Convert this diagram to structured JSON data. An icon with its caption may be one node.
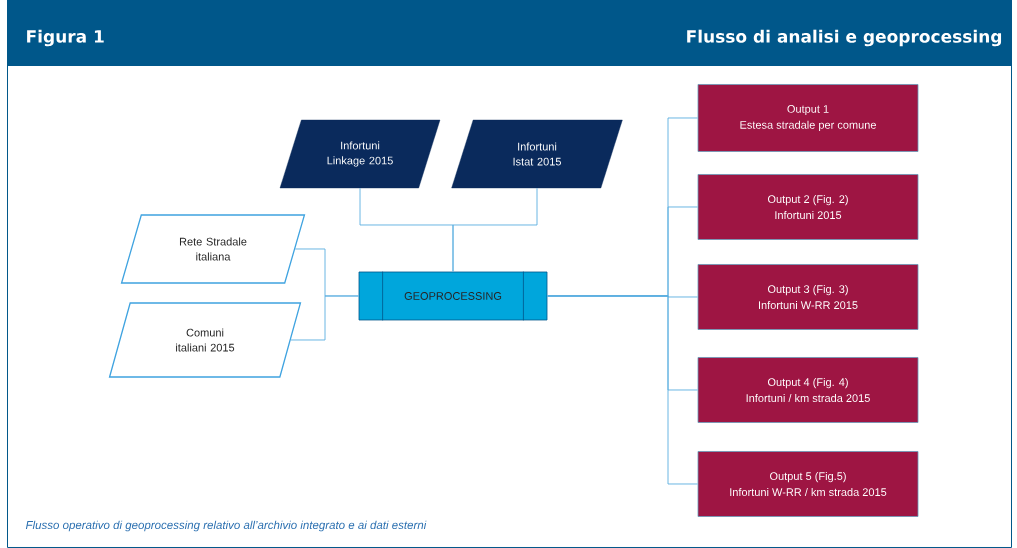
{
  "diagram": {
    "title": "Flusso di analisi e geoprocessing",
    "caption": "Flusso operativo di geoprocessing relativo all’archivio integrato e ai dati esterni",
    "nodes": [
      {
        "text": [
          "Infortuni Linkage 2015"
        ]
      },
      {
        "text": [
          "Infortuni Istat 2015"
        ]
      },
      {
        "text": [
          "Rete Stradale italiana"
        ]
      },
      {
        "text": [
          "Comuni italiani 2015"
        ]
      },
      {
        "text": [
          "GEOPROCESSING"
        ]
      },
      {
        "text": [
          "Output 1",
          "Estesa stradale per comune"
        ]
      },
      {
        "text": [
          "Output 2 (Fig. 2)",
          "Infortuni 2015"
        ]
      },
      {
        "text": [
          "Output 3 (Fig. 3)",
          "Infortuni W-RR 2015"
        ]
      },
      {
        "text": [
          "Output 4 (Fig. 4)",
          "Infortuni / km strada 2015"
        ]
      },
      {
        "text": [
          "Output 5 (Fig.5)",
          "Infortuni W-RR / km strada 2015"
        ]
      }
    ],
    "edges": [
      {
        "from": 0,
        "to": 4,
        "arrow": "none"
      },
      {
        "from": 1,
        "to": 4,
        "arrow": "none"
      },
      {
        "from": 2,
        "to": 4,
        "arrow": "none"
      },
      {
        "from": 3,
        "to": 4,
        "arrow": "none"
      },
      {
        "from": 4,
        "to": 5,
        "arrow": "none"
      },
      {
        "from": 4,
        "to": 6,
        "arrow": "none"
      },
      {
        "from": 4,
        "to": 7,
        "arrow": "none"
      },
      {
        "from": 4,
        "to": 8,
        "arrow": "none"
      },
      {
        "from": 4,
        "to": 9,
        "arrow": "none"
      }
    ],
    "labels": [
      "Figura 1"
    ]
  }
}
